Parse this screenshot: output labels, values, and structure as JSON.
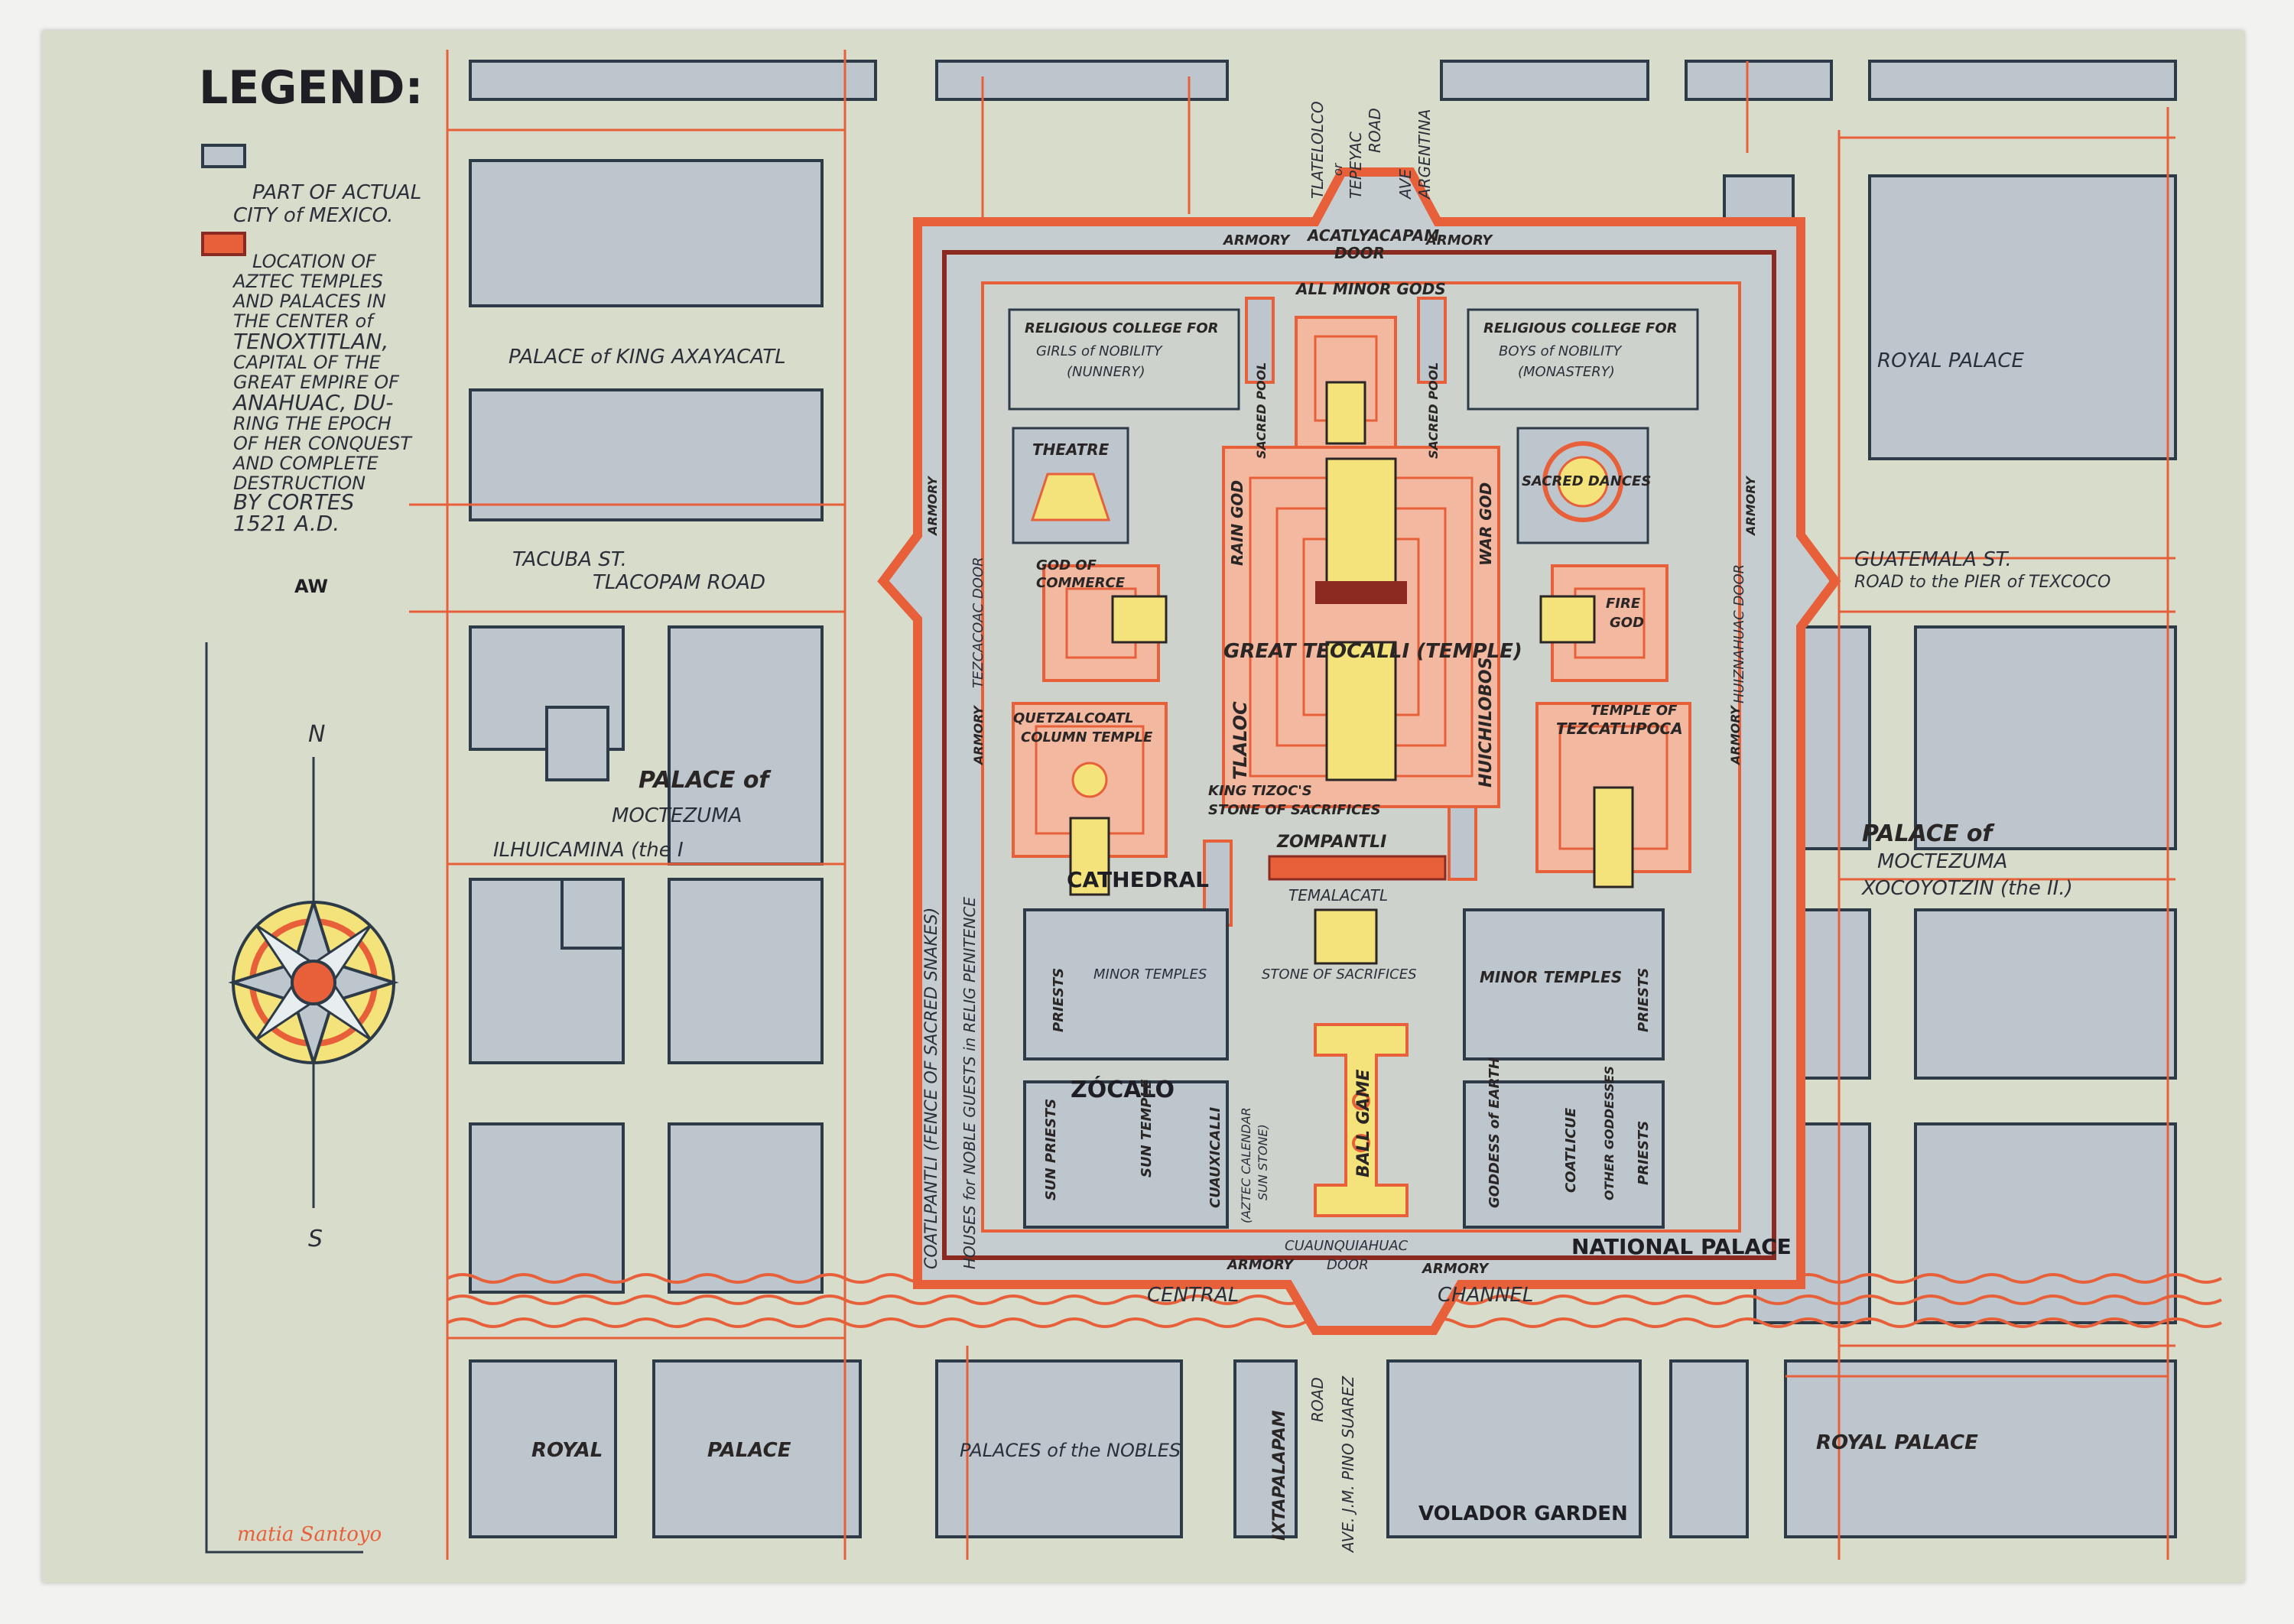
{
  "legend": {
    "title": "LEGEND:",
    "item1": [
      "PART OF ACTUAL",
      "CITY of MEXICO."
    ],
    "item2": [
      "LOCATION OF",
      "AZTEC TEMPLES",
      "AND PALACES IN",
      "THE CENTER of",
      "TENOXTITLAN,",
      "CAPITAL OF THE",
      "GREAT EMPIRE OF",
      "ANAHUAC, DU-",
      "RING THE EPOCH",
      "OF HER CONQUEST",
      "AND COMPLETE",
      "DESTRUCTION",
      "BY CORTES",
      "1521 A.D."
    ],
    "initials": "AW"
  },
  "compass": {
    "north": "N",
    "south": "S"
  },
  "colors": {
    "paper": "#d8dccb",
    "block": "#bcc6cc",
    "outline": "#2d3a48",
    "red": "#e8603a",
    "darkred": "#8a2a20",
    "yellow": "#f4e27a",
    "pink": "#f2b8a0"
  },
  "streets": {
    "axayacatl": "PALACE of KING AXAYACATL",
    "tacuba": "TACUBA ST.",
    "tlacopam": "TLACOPAM ROAD",
    "royal_palace_ne": "ROYAL PALACE",
    "guatemala": "GUATEMALA ST.",
    "road_pier": "ROAD to the PIER of TEXCOCO",
    "moctezuma1_a": "PALACE of",
    "moctezuma1_b": "MOCTEZUMA",
    "moctezuma1_c": "ILHUICAMINA (the I",
    "moctezuma2_a": "PALACE of",
    "moctezuma2_b": "MOCTEZUMA",
    "moctezuma2_c": "XOCOYOTZIN (the II.)",
    "tlatelolco": "TLATELOLCO",
    "or": "or",
    "tepeyac": "TEPEYAC",
    "tepeyac_road": "ROAD",
    "ave_argentina_a": "AVE",
    "ave_argentina_b": "ARGENTINA",
    "central": "CENTRAL",
    "channel": "CHANNEL",
    "royal_sw": "ROYAL",
    "palace_sw": "PALACE",
    "nobles": "PALACES of the NOBLES",
    "ixtapalapam": "IXTAPALAPAM",
    "road": "ROAD",
    "pino_suarez": "AVE. J.M. PINO SUAREZ",
    "volador": "VOLADOR GARDEN",
    "royal_se": "ROYAL PALACE",
    "coatlpantli": "COATLPANTLI (FENCE OF SACRED SNAKES)",
    "houses": "HOUSES for NOBLE GUESTS in RELIG PENITENCE"
  },
  "temple": {
    "armory": "ARMORY",
    "north_door": [
      "ACATLYACAPAM",
      "DOOR"
    ],
    "all_minor_gods": "ALL MINOR GODS",
    "college_girls": [
      "RELIGIOUS COLLEGE FOR",
      "GIRLS of NOBILITY",
      "(NUNNERY)"
    ],
    "college_boys": [
      "RELIGIOUS COLLEGE FOR",
      "BOYS of NOBILITY",
      "(MONASTERY)"
    ],
    "sacred_pool": "SACRED POOL",
    "theatre": "THEATRE",
    "sacred_dances": "SACRED DANCES",
    "tezcacoac_door": "TEZCACOAC DOOR",
    "huiznahuac_door": "HUIZNAHUAC DOOR",
    "god_commerce": [
      "GOD OF",
      "COMMERCE"
    ],
    "fire_god": [
      "FIRE",
      "GOD"
    ],
    "rain_god": "RAIN GOD",
    "war_god": "WAR GOD",
    "great_teocalli": "GREAT TEOCALLI (TEMPLE)",
    "tlaloc": "TLALOC",
    "huichilobos": "HUICHILOBOS",
    "quetzalcoatl": [
      "QUETZALCOATL",
      "COLUMN TEMPLE"
    ],
    "tezcatlipoca": [
      "TEMPLE OF",
      "TEZCATLIPOCA"
    ],
    "king_tizoc": [
      "KING TIZOC'S",
      "STONE OF SACRIFICES"
    ],
    "zompantli": "ZOMPANTLI",
    "temalacatl": "TEMALACATL",
    "cathedral": "CATHEDRAL",
    "priests": "PRIESTS",
    "minor_temples": "MINOR TEMPLES",
    "stone_sacrifices": "STONE OF SACRIFICES",
    "ball_game": "BALL GAME",
    "zocalo": "ZÓCALO",
    "sun_priests": "SUN PRIESTS",
    "sun_temple": "SUN TEMPLE",
    "cuauxicalli": "CUAUXICALLI",
    "aztec_calendar": [
      "(AZTEC CALENDAR",
      "SUN STONE)"
    ],
    "goddess_earth": "GODDESS of EARTH",
    "coatlicue": "COATLICUE",
    "other_goddesses": "OTHER GODDESSES",
    "cuaunquiahuac": [
      "CUAUNQUIAHUAC",
      "DOOR"
    ],
    "national_palace": "NATIONAL PALACE"
  },
  "signature": "matia Santoyo"
}
